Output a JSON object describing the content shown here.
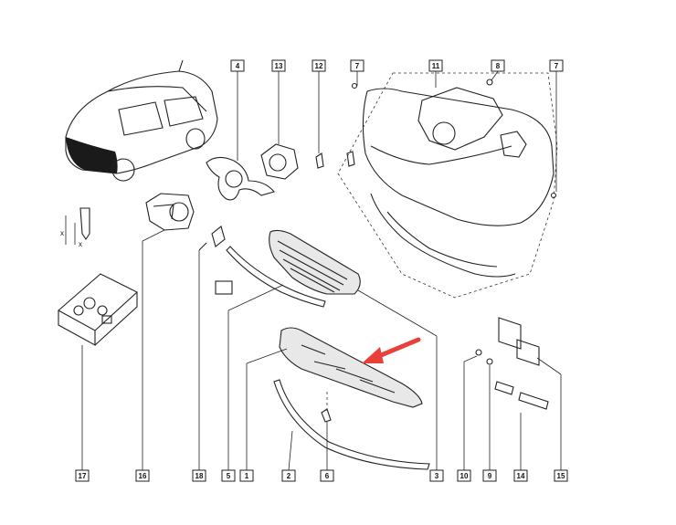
{
  "diagram": {
    "callouts": {
      "c1": "1",
      "c2": "2",
      "c4": "4",
      "c5": "5",
      "c6": "6",
      "c7a": "7",
      "c7b": "7",
      "c8": "8",
      "c9": "9",
      "c10": "10",
      "c11": "11",
      "c12": "12",
      "c13": "13",
      "c14": "14",
      "c15": "15",
      "c16": "16",
      "c17": "17",
      "c18": "18",
      "c3": "3"
    },
    "dims": {
      "x1": "x",
      "x2": "x"
    },
    "colors": {
      "arrow": "#e8413c",
      "car_front": "#1a1a1a",
      "line": "#222222"
    },
    "icons": [
      "highlight-arrow-icon"
    ]
  }
}
